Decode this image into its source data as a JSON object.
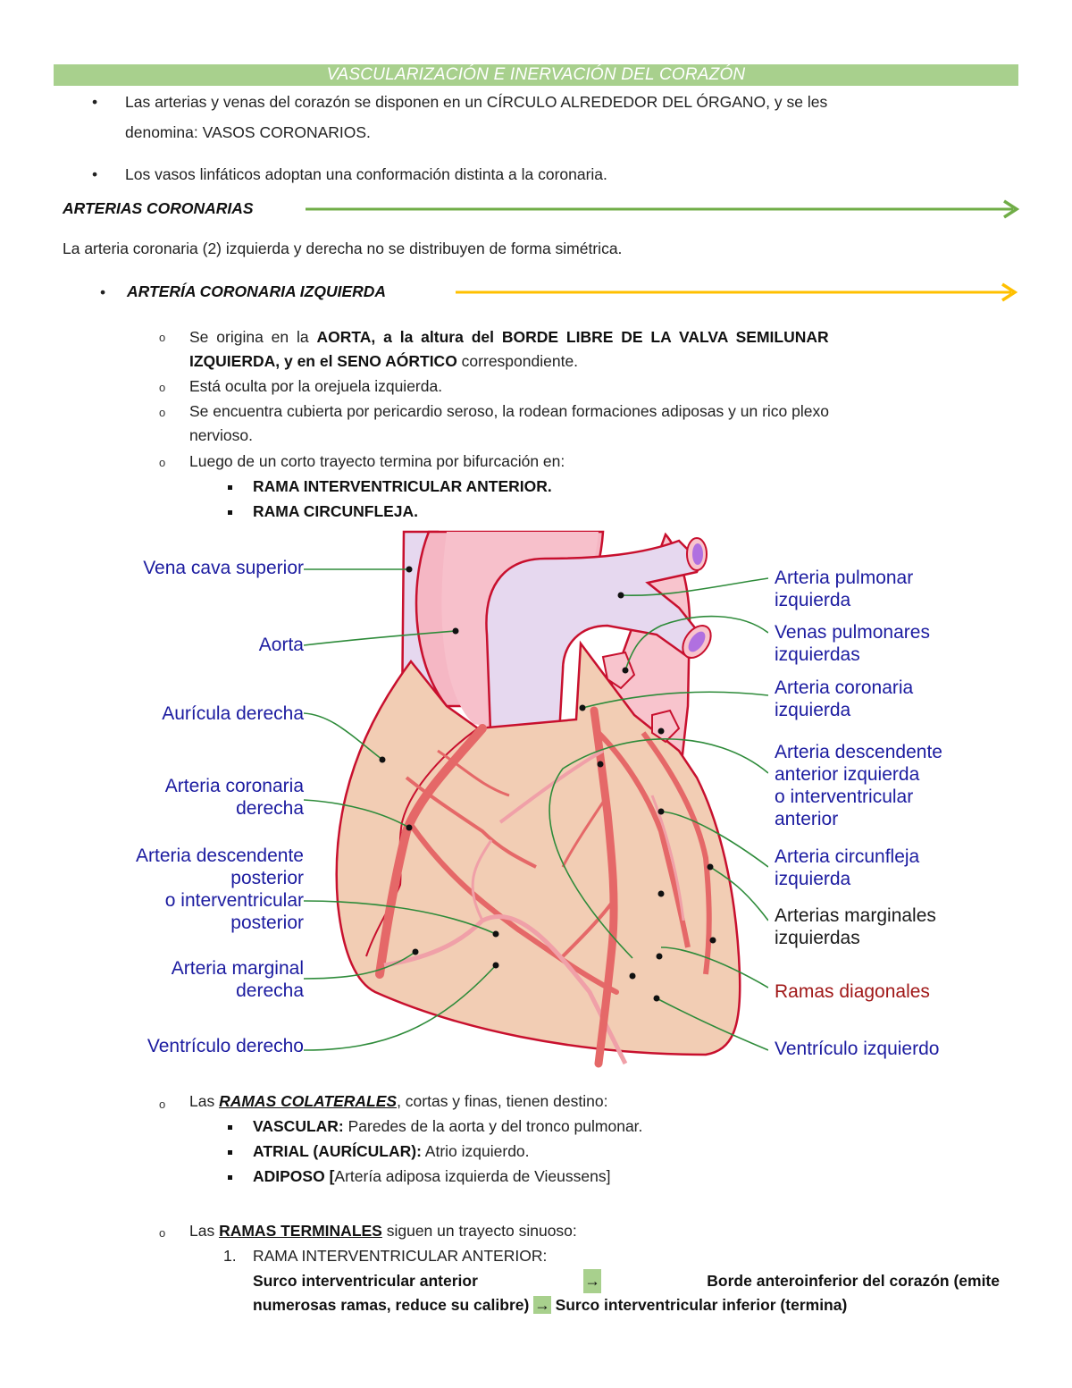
{
  "header": {
    "title": "VASCULARIZACIÓN E INERVACIÓN DEL CORAZÓN"
  },
  "intro_bullets": [
    {
      "line1": "Las arterias y venas del corazón se disponen en un CÍRCULO ALREDEDOR DEL ÓRGANO, y se les",
      "line2": "denomina: VASOS CORONARIOS."
    },
    {
      "line1": "Los vasos linfáticos adoptan una conformación distinta a la coronaria."
    }
  ],
  "section_arterias": {
    "heading": "ARTERIAS CORONARIAS",
    "arrow_color": "#70ad47",
    "paragraph": "La arteria coronaria (2) izquierda y derecha no se distribuyen de forma simétrica."
  },
  "section_izquierda": {
    "heading": "ARTERÍA CORONARIA IZQUIERDA",
    "arrow_color": "#ffc000",
    "items": [
      {
        "pre": "Se origina en la ",
        "bold": "AORTA, a la altura del BORDE LIBRE DE LA VALVA SEMILUNAR",
        "bold2": "IZQUIERDA, y en el SENO AÓRTICO",
        "post": " correspondiente."
      },
      {
        "text": "Está oculta por la orejuela izquierda."
      },
      {
        "line1": "Se encuentra cubierta por pericardio seroso, la rodean formaciones adiposas y un rico plexo",
        "line2": "nervioso."
      },
      {
        "text": "Luego de un corto trayecto termina por bifurcación en:"
      }
    ],
    "bifurcation": [
      "RAMA INTERVENTRICULAR ANTERIOR.",
      "RAMA CIRCUNFLEJA."
    ]
  },
  "figure": {
    "left_labels": [
      {
        "text": "Vena cava superior"
      },
      {
        "text": "Aorta"
      },
      {
        "text": "Aurícula derecha"
      },
      {
        "line1": "Arteria coronaria",
        "line2": "derecha"
      },
      {
        "line1": "Arteria descendente",
        "line2": "posterior",
        "line3": "o interventricular",
        "line4": "posterior"
      },
      {
        "line1": "Arteria marginal",
        "line2": "derecha"
      },
      {
        "text": "Ventrículo derecho"
      }
    ],
    "right_labels": [
      {
        "line1": "Arteria pulmonar",
        "line2": "izquierda"
      },
      {
        "line1": "Venas pulmonares",
        "line2": "izquierdas"
      },
      {
        "line1": "Arteria coronaria",
        "line2": "izquierda"
      },
      {
        "line1": "Arteria descendente",
        "line2": "anterior izquierda",
        "line3": "o interventricular",
        "line4": "anterior"
      },
      {
        "line1": "Arteria circunfleja",
        "line2": "izquierda"
      },
      {
        "line1": "Arterias marginales",
        "line2": "izquierdas"
      },
      {
        "text": "Ramas diagonales"
      },
      {
        "text": "Ventrículo izquierdo"
      }
    ],
    "colors": {
      "label_blue": "#1c1ca0",
      "label_red": "#a01818",
      "leader": "#2e8b3a",
      "outline": "#c8102e",
      "tissue": "#f2cdb4",
      "vein": "#e6d8ef",
      "aorta": "#f5b7c4"
    }
  },
  "colaterales": {
    "pre": "Las ",
    "bold": "RAMAS COLATERALES",
    "post": ", cortas y finas, tienen destino:",
    "items": [
      {
        "bold": "VASCULAR:",
        "text": " Paredes de la aorta y del tronco pulmonar."
      },
      {
        "bold": "ATRIAL (AURÍCULAR):",
        "text": " Atrio izquierdo."
      },
      {
        "bold": "ADIPOSO [",
        "text": "Artería adiposa izquierda de Vieussens]"
      }
    ]
  },
  "terminales": {
    "pre": "Las ",
    "bold": "RAMAS TERMINALES",
    "post": " siguen un trayecto sinuoso:",
    "item_number": "1.",
    "item_title": "RAMA INTERVENTRICULAR ANTERIOR:",
    "path_a": "Surco interventricular anterior",
    "arrow": "→",
    "path_b": "Borde anteroinferior del corazón (emite",
    "path_c": "numerosas ramas, reduce su calibre)",
    "path_d": "Surco interventricular inferior (termina)"
  }
}
